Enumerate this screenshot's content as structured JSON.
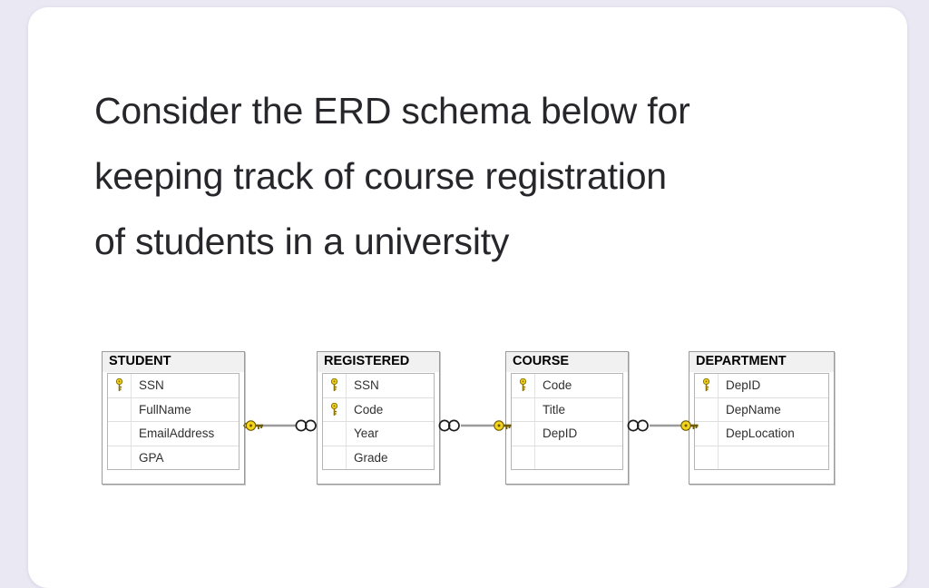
{
  "page": {
    "background_color": "#eae8f3",
    "card_color": "#ffffff"
  },
  "heading": {
    "lines": [
      "Consider the ERD schema below for",
      "keeping track of course registration",
      "of students in a university"
    ],
    "color": "#27262b"
  },
  "diagram": {
    "type": "erd",
    "key_icon_color": "#f2d21a",
    "tables": [
      {
        "name": "STUDENT",
        "fields": [
          {
            "label": "SSN",
            "primary_key": true
          },
          {
            "label": "FullName",
            "primary_key": false
          },
          {
            "label": "EmailAddress",
            "primary_key": false
          },
          {
            "label": "GPA",
            "primary_key": false
          }
        ]
      },
      {
        "name": "REGISTERED",
        "fields": [
          {
            "label": "SSN",
            "primary_key": true
          },
          {
            "label": "Code",
            "primary_key": true
          },
          {
            "label": "Year",
            "primary_key": false
          },
          {
            "label": "Grade",
            "primary_key": false
          }
        ]
      },
      {
        "name": "COURSE",
        "fields": [
          {
            "label": "Code",
            "primary_key": true
          },
          {
            "label": "Title",
            "primary_key": false
          },
          {
            "label": "DepID",
            "primary_key": false
          },
          {
            "label": "",
            "primary_key": false
          }
        ]
      },
      {
        "name": "DEPARTMENT",
        "fields": [
          {
            "label": "DepID",
            "primary_key": true
          },
          {
            "label": "DepName",
            "primary_key": false
          },
          {
            "label": "DepLocation",
            "primary_key": false
          },
          {
            "label": "",
            "primary_key": false
          }
        ]
      }
    ],
    "relationships": [
      {
        "from": "STUDENT",
        "to": "REGISTERED",
        "from_symbol": "key-one",
        "to_symbol": "infinity-many"
      },
      {
        "from": "REGISTERED",
        "to": "COURSE",
        "from_symbol": "infinity-many",
        "to_symbol": "key-one"
      },
      {
        "from": "COURSE",
        "to": "DEPARTMENT",
        "from_symbol": "infinity-many",
        "to_symbol": "key-one"
      }
    ]
  }
}
